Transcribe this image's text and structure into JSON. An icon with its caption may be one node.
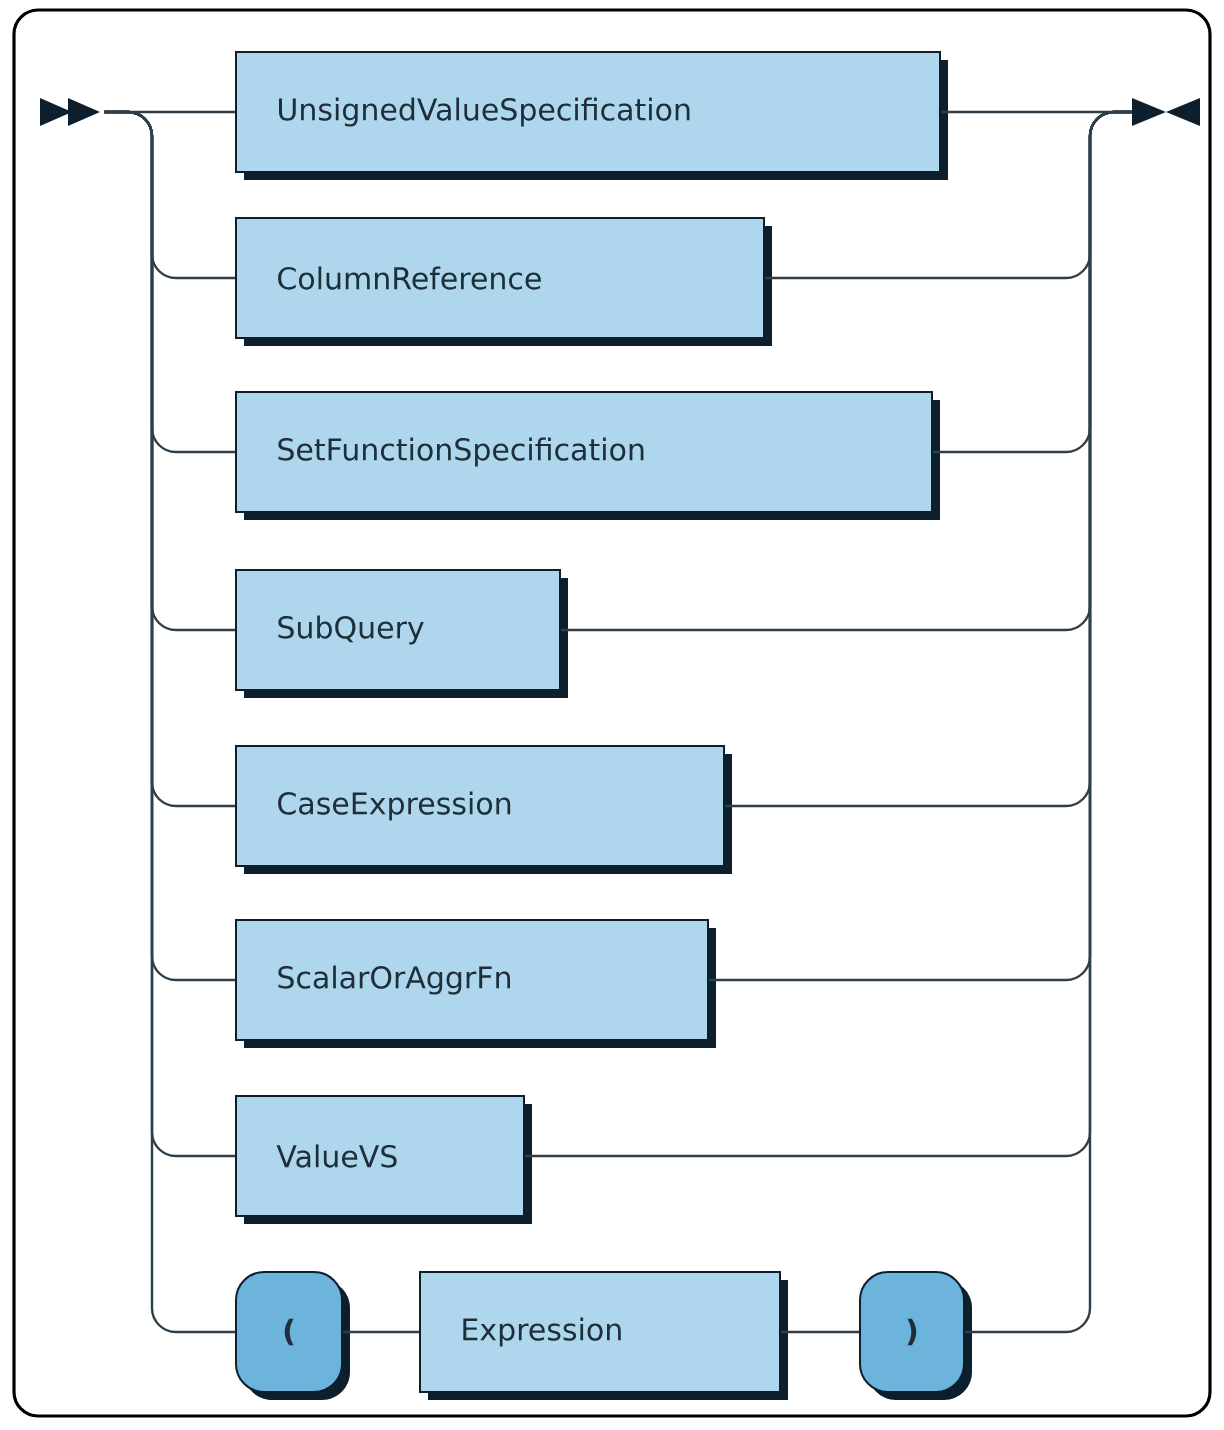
{
  "diagram": {
    "nodes": [
      {
        "text": [],
        "shape": "triangle"
      },
      {
        "text": [
          "UnsignedValueSpecification"
        ]
      },
      {
        "text": [
          "ColumnReference"
        ]
      },
      {
        "text": [
          "SetFunctionSpecification"
        ]
      },
      {
        "text": [
          "SubQuery"
        ]
      },
      {
        "text": [
          "CaseExpression"
        ]
      },
      {
        "text": [
          "ScalarOrAggrFn"
        ]
      },
      {
        "text": [
          "ValueVS"
        ]
      },
      {
        "text": [
          "("
        ]
      },
      {
        "text": [
          "Expression"
        ]
      },
      {
        "text": [
          ")"
        ]
      },
      {
        "text": [],
        "shape": "triangle"
      }
    ],
    "edges": [
      {
        "from": 0,
        "to": 1,
        "arrow": "none"
      },
      {
        "from": 0,
        "to": 2,
        "arrow": "none"
      },
      {
        "from": 0,
        "to": 3,
        "arrow": "none"
      },
      {
        "from": 0,
        "to": 4,
        "arrow": "none"
      },
      {
        "from": 0,
        "to": 5,
        "arrow": "none"
      },
      {
        "from": 0,
        "to": 6,
        "arrow": "none"
      },
      {
        "from": 0,
        "to": 7,
        "arrow": "none"
      },
      {
        "from": 0,
        "to": 8,
        "arrow": "none"
      },
      {
        "from": 8,
        "to": 9,
        "arrow": "none"
      },
      {
        "from": 9,
        "to": 10,
        "arrow": "none"
      },
      {
        "from": 1,
        "to": 11,
        "arrow": "none"
      },
      {
        "from": 2,
        "to": 11,
        "arrow": "none"
      },
      {
        "from": 3,
        "to": 11,
        "arrow": "none"
      },
      {
        "from": 4,
        "to": 11,
        "arrow": "none"
      },
      {
        "from": 5,
        "to": 11,
        "arrow": "none"
      },
      {
        "from": 6,
        "to": 11,
        "arrow": "none"
      },
      {
        "from": 7,
        "to": 11,
        "arrow": "none"
      },
      {
        "from": 10,
        "to": 11,
        "arrow": "none"
      }
    ]
  }
}
